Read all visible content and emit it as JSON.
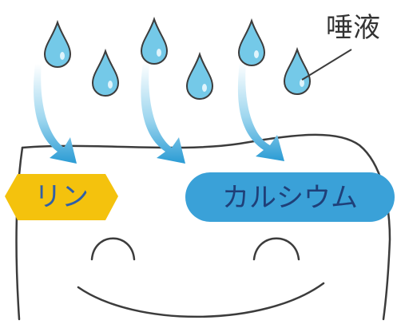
{
  "labels": {
    "saliva": "唾液",
    "phosphorus": "リン",
    "calcium": "カルシウム"
  },
  "colors": {
    "drop_fill": "#74c9e8",
    "drop_stroke": "#3c3c3c",
    "arrow_light": "#bfe7f5",
    "arrow_dark": "#2a9bd4",
    "phosphorus_badge": "#f4c20d",
    "calcium_badge": "#3aa1d8",
    "tooth_outline": "#3c3c3c"
  },
  "icons": {
    "drop": "saliva-drop-icon",
    "arrow": "curved-arrow-icon"
  }
}
